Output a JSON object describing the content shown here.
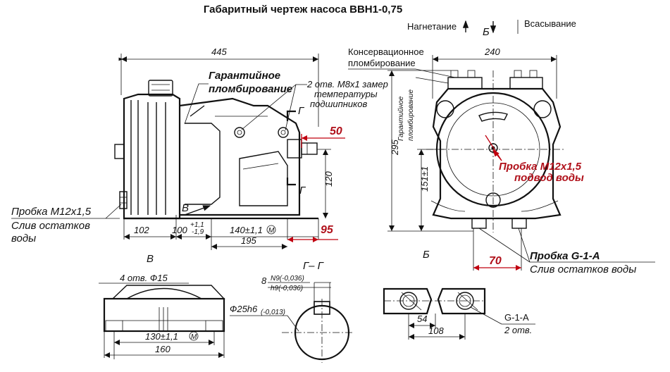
{
  "title": "Габаритный чертеж насоса ВВН1-0,75",
  "flow": {
    "discharge": "Нагнетание",
    "view_b": "Б",
    "suction": "Всасывание"
  },
  "main_view": {
    "dim_445": "445",
    "warranty_seal": [
      "Гарантийное",
      "пломбирование"
    ],
    "holes_note": [
      "2 отв. М8х1 замер",
      "температуры",
      "подшипников"
    ],
    "section_g1": "Г",
    "section_g2": "Г",
    "dim_50": "50",
    "dim_120": "120",
    "view_v_mark": "В",
    "dim_102": "102",
    "dim_100": "100",
    "dim_100_up": "+1,1",
    "dim_100_low": "-1,9",
    "dim_140": "140±1,1",
    "dim_95": "95",
    "dim_195": "195",
    "m_mark": "М",
    "plug_left": [
      "Пробка М12х1,5",
      "Слив остатков",
      "воды"
    ]
  },
  "side_view": {
    "conservation_seal": [
      "Консервационное",
      "пломбирование"
    ],
    "dim_240": "240",
    "warranty_vertical": [
      "Гарантийное",
      "пломбирование"
    ],
    "dim_295": "295",
    "dim_151": "151±1",
    "plug_center": [
      "Пробка М12х1,5",
      "подвод воды"
    ],
    "view_label": "Б",
    "dim_70": "70",
    "plug_bottom": [
      "Пробка G-1-A",
      "Слив остатков воды"
    ]
  },
  "view_v": {
    "label": "В",
    "holes": "4 отв. Ф15",
    "dim_130": "130±1,1",
    "dim_160": "160"
  },
  "section_gg": {
    "label": "Г– Г",
    "dim_8": "8",
    "tol_n9": "N9(-0,036)",
    "tol_h9": "h9(-0,036)",
    "shaft": "Ф25h6",
    "shaft_tol": "(-0,013)"
  },
  "flange": {
    "thread": "G-1-A",
    "holes": "2 отв.",
    "dim_54": "54",
    "dim_108": "108"
  }
}
